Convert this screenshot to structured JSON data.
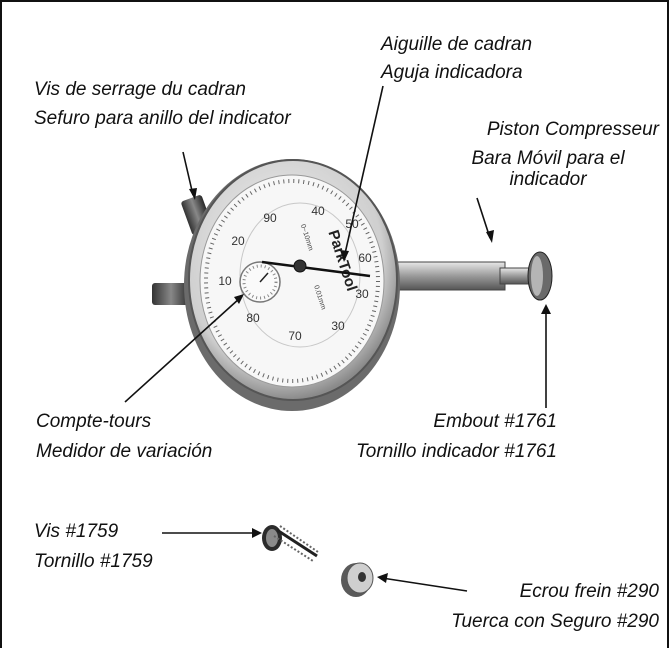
{
  "labels": {
    "dial_needle": {
      "fr": "Aiguille de cadran",
      "es": "Aguja indicadora"
    },
    "bezel_screw": {
      "fr": "Vis de serrage du cadran",
      "es": "Sefuro para anillo del indicator"
    },
    "plunger": {
      "fr": "Piston Compresseur",
      "es_line1": "Bara Móvil para el",
      "es_line2": "indicador"
    },
    "revolution_counter": {
      "fr": "Compte-tours",
      "es": "Medidor de variación"
    },
    "tip": {
      "fr": "Embout #1761",
      "es": "Tornillo indicador #1761"
    },
    "screw": {
      "fr": "Vis #1759",
      "es": "Tornillo #1759"
    },
    "lock_nut": {
      "fr": "Ecrou frein #290",
      "es": "Tuerca con Seguro #290"
    }
  },
  "dial": {
    "brand": "ParkTool",
    "range_text": "0~10mm",
    "resolution_text": "0.01mm",
    "tick_labels": [
      "90",
      "10",
      "80",
      "20",
      "70",
      "30",
      "60",
      "40",
      "50"
    ]
  }
}
